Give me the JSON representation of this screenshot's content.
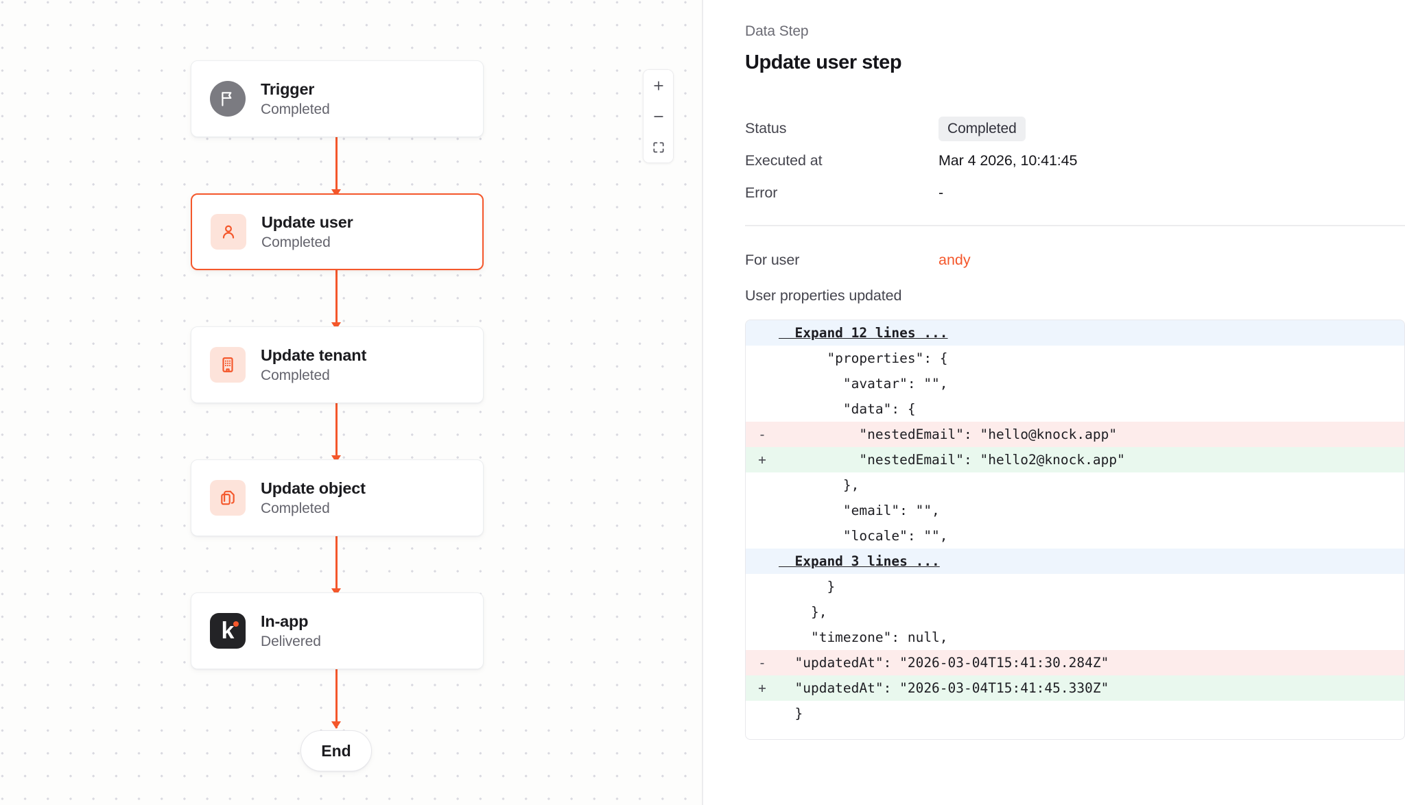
{
  "canvas": {
    "zoom_controls": [
      {
        "name": "zoom-in",
        "glyph": "+"
      },
      {
        "name": "zoom-out",
        "glyph": "−"
      },
      {
        "name": "fit-view",
        "glyph": "fit"
      }
    ],
    "nodes": [
      {
        "title": "Trigger",
        "status": "Completed",
        "icon": "flag-icon",
        "icon_style": "trigger",
        "selected": false
      },
      {
        "title": "Update user",
        "status": "Completed",
        "icon": "user-icon",
        "icon_style": "soft",
        "selected": true
      },
      {
        "title": "Update tenant",
        "status": "Completed",
        "icon": "building-icon",
        "icon_style": "soft",
        "selected": false
      },
      {
        "title": "Update object",
        "status": "Completed",
        "icon": "copy-icon",
        "icon_style": "soft",
        "selected": false
      },
      {
        "title": "In-app",
        "status": "Delivered",
        "icon": "knock-logo-icon",
        "icon_style": "knock",
        "selected": false
      }
    ],
    "end_label": "End"
  },
  "panel": {
    "eyebrow": "Data Step",
    "title": "Update user step",
    "rows": [
      {
        "label": "Status",
        "value": "Completed",
        "kind": "badge"
      },
      {
        "label": "Executed at",
        "value": "Mar 4 2026, 10:41:45",
        "kind": "text"
      },
      {
        "label": "Error",
        "value": "-",
        "kind": "text"
      }
    ],
    "for_user_label": "For user",
    "for_user_value": "andy",
    "properties_label": "User properties updated",
    "diff": [
      {
        "type": "expand",
        "gutter": "",
        "code": "  Expand 12 lines ..."
      },
      {
        "type": "ctx",
        "gutter": "",
        "code": "      \"properties\": {"
      },
      {
        "type": "ctx",
        "gutter": "",
        "code": "        \"avatar\": \"\","
      },
      {
        "type": "ctx",
        "gutter": "",
        "code": "        \"data\": {"
      },
      {
        "type": "del",
        "gutter": "-",
        "code": "          \"nestedEmail\": \"hello@knock.app\""
      },
      {
        "type": "add",
        "gutter": "+",
        "code": "          \"nestedEmail\": \"hello2@knock.app\""
      },
      {
        "type": "ctx",
        "gutter": "",
        "code": "        },"
      },
      {
        "type": "ctx",
        "gutter": "",
        "code": "        \"email\": \"\","
      },
      {
        "type": "ctx",
        "gutter": "",
        "code": "        \"locale\": \"\","
      },
      {
        "type": "expand",
        "gutter": "",
        "code": "  Expand 3 lines ..."
      },
      {
        "type": "ctx",
        "gutter": "",
        "code": "      }"
      },
      {
        "type": "ctx",
        "gutter": "",
        "code": "    },"
      },
      {
        "type": "ctx",
        "gutter": "",
        "code": "    \"timezone\": null,"
      },
      {
        "type": "del",
        "gutter": "-",
        "code": "  \"updatedAt\": \"2026-03-04T15:41:30.284Z\""
      },
      {
        "type": "add",
        "gutter": "+",
        "code": "  \"updatedAt\": \"2026-03-04T15:41:45.330Z\""
      },
      {
        "type": "ctx",
        "gutter": "",
        "code": "  }"
      }
    ]
  },
  "colors": {
    "accent": "#f4572b",
    "canvas_bg": "#fdfdfc",
    "diff_add": "#e9f8ee",
    "diff_del": "#fdeceb",
    "diff_expand": "#eef5fd"
  }
}
